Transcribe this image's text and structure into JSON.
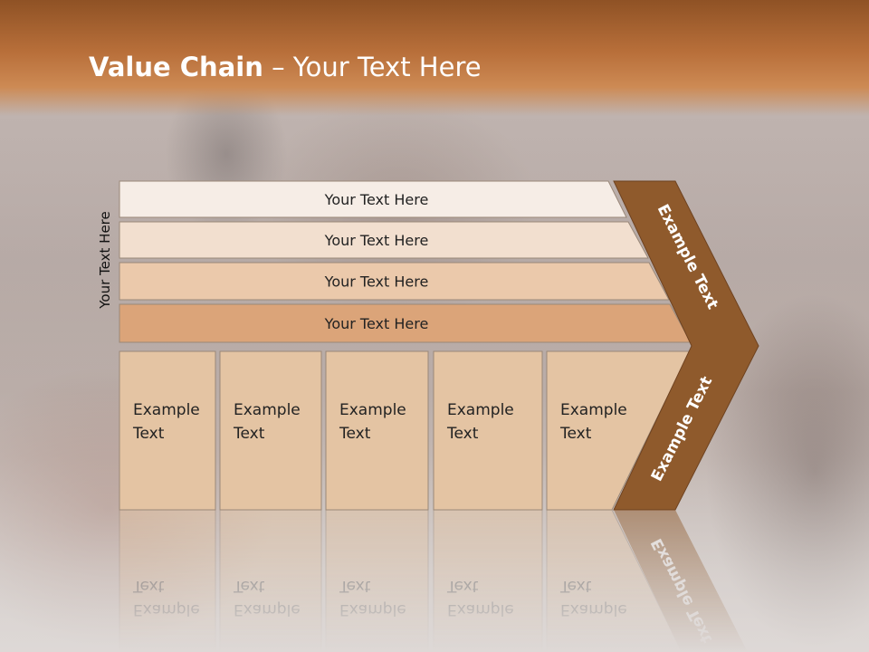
{
  "slide": {
    "title_bold": "Value Chain",
    "title_rest": " – Your Text Here",
    "side_label": "Your Text Here"
  },
  "rows": [
    {
      "label": "Your Text Here",
      "color": "#f6ede6"
    },
    {
      "label": "Your Text Here",
      "color": "#f2dfcf"
    },
    {
      "label": "Your Text Here",
      "color": "#ebc9ab"
    },
    {
      "label": "Your Text Here",
      "color": "#dba479"
    }
  ],
  "columns": [
    {
      "line1": "Example",
      "line2": "Text"
    },
    {
      "line1": "Example",
      "line2": "Text"
    },
    {
      "line1": "Example",
      "line2": "Text"
    },
    {
      "line1": "Example",
      "line2": "Text"
    },
    {
      "line1": "Example",
      "line2": "Text"
    }
  ],
  "chevron": {
    "upper_label": "Example Text",
    "lower_label": "Example Text",
    "color": "#8f5a2c"
  },
  "colors": {
    "header": "#b86f3a",
    "column_fill": "#e4c4a3",
    "border": "#9a8878",
    "text": "#222222"
  }
}
